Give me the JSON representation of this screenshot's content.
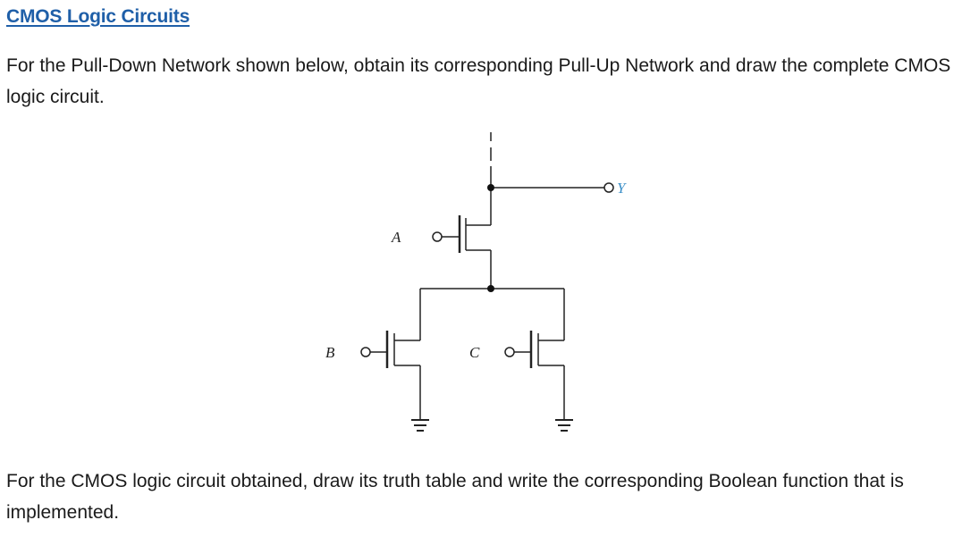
{
  "heading": "CMOS Logic Circuits",
  "intro": "For the Pull-Down Network shown below, obtain its corresponding Pull-Up Network and draw the complete CMOS logic circuit.",
  "circuit": {
    "output_label": "Y",
    "input_a": "A",
    "input_b": "B",
    "input_c": "C",
    "output_label_color": "#3b8fc8"
  },
  "followup": "For the CMOS logic circuit obtained, draw its truth table and write the corresponding Boolean function that is implemented."
}
